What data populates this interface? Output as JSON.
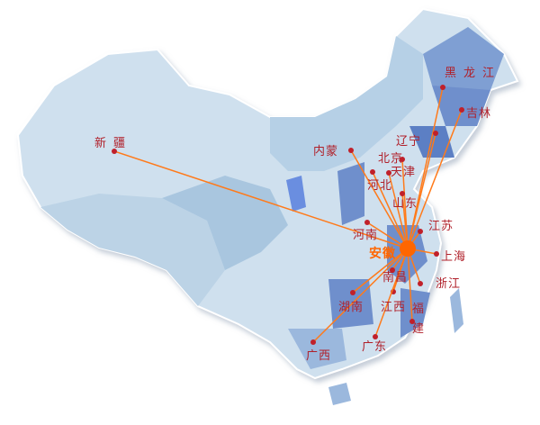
{
  "map": {
    "hub": {
      "name": "安徽",
      "color": "#ff6600"
    },
    "route_color": "#ff7a1a",
    "dot_color": "#c0202a",
    "label_color": "#b0202a",
    "destinations": [
      {
        "name": "新疆"
      },
      {
        "name": "内蒙"
      },
      {
        "name": "黑龙江"
      },
      {
        "name": "吉林"
      },
      {
        "name": "辽宁"
      },
      {
        "name": "北京"
      },
      {
        "name": "天津"
      },
      {
        "name": "河北"
      },
      {
        "name": "山东"
      },
      {
        "name": "江苏"
      },
      {
        "name": "河南"
      },
      {
        "name": "上海"
      },
      {
        "name": "南昌"
      },
      {
        "name": "浙江"
      },
      {
        "name": "湖南"
      },
      {
        "name": "江西"
      },
      {
        "name": "福建"
      },
      {
        "name": "广东"
      },
      {
        "name": "广西"
      }
    ]
  }
}
